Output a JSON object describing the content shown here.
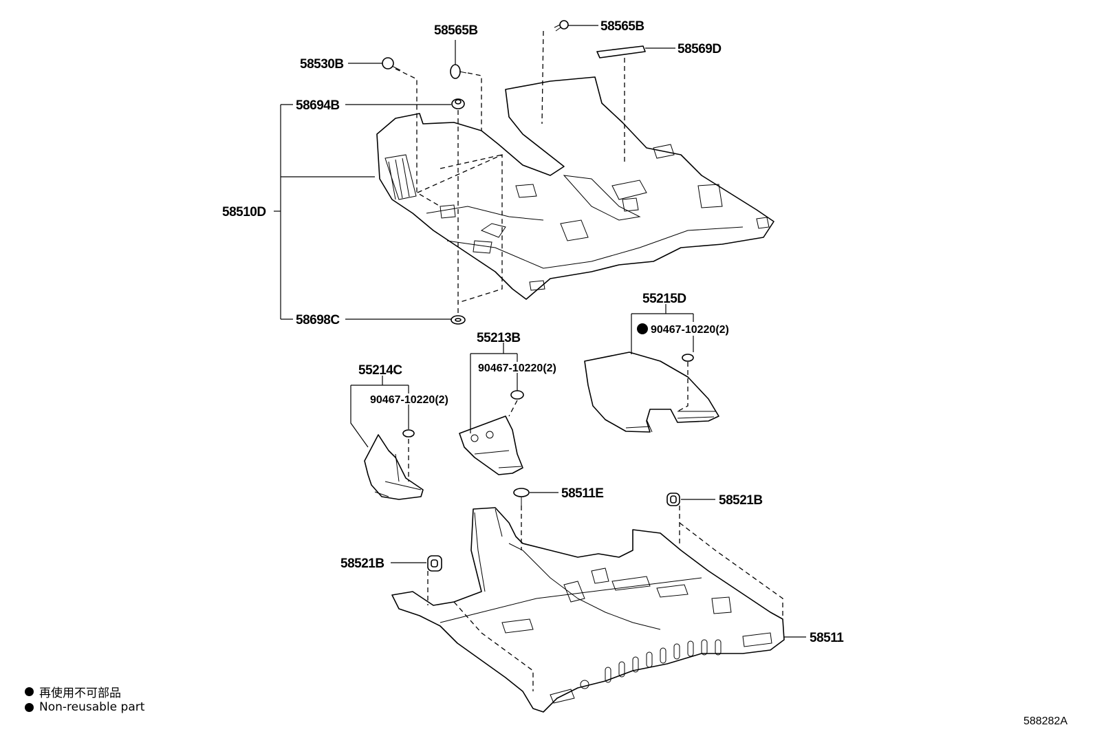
{
  "labels": {
    "p58565B_a": "58565B",
    "p58565B_b": "58565B",
    "p58569D": "58569D",
    "p58530B": "58530B",
    "p58694B": "58694B",
    "p58510D": "58510D",
    "p58698C": "58698C",
    "p55215D": "55215D",
    "p55213B": "55213B",
    "p55214C": "55214C",
    "clip_55215D": "90467-10220(2)",
    "clip_55213B": "90467-10220(2)",
    "clip_55214C": "90467-10220(2)",
    "p58511E": "58511E",
    "p58521B_a": "58521B",
    "p58521B_b": "58521B",
    "p58511": "58511"
  },
  "legend": {
    "jp": "再使用不可部品",
    "en": "Non-reusable part"
  },
  "reference": "588282A"
}
